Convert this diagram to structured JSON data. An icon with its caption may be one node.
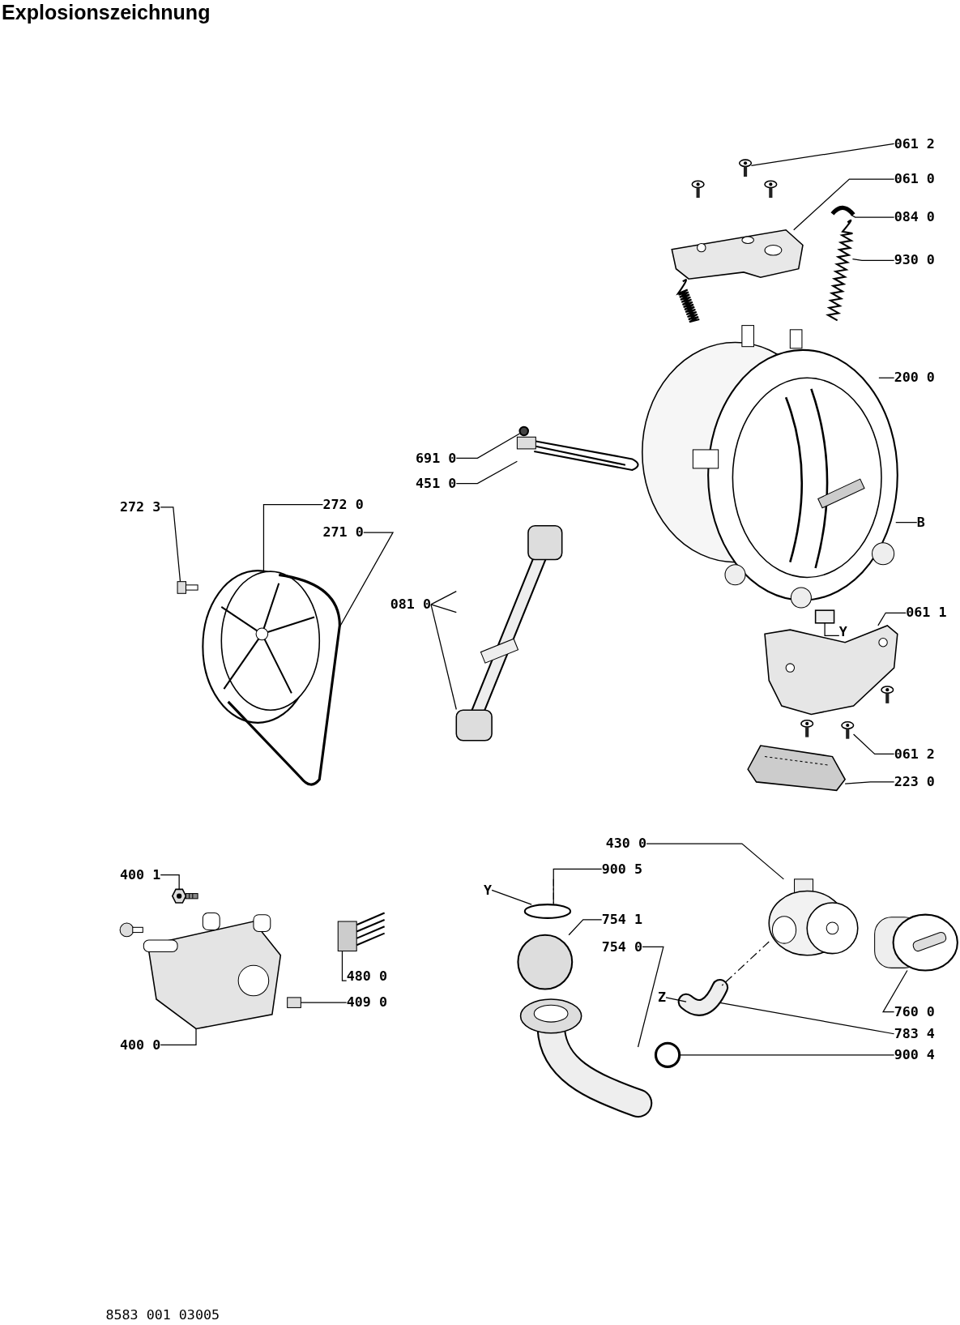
{
  "diagram": {
    "title": "Explosionszeichnung",
    "nodes": [
      {
        "text": [
          "061 2"
        ]
      },
      {
        "text": [
          "061 0"
        ]
      },
      {
        "text": [
          "084 0"
        ]
      },
      {
        "text": [
          "930 0"
        ]
      },
      {
        "text": [
          "200 0"
        ]
      },
      {
        "text": [
          "691 0"
        ]
      },
      {
        "text": [
          "451 0"
        ]
      },
      {
        "text": [
          "272 3"
        ]
      },
      {
        "text": [
          "272 0"
        ]
      },
      {
        "text": [
          "271 0"
        ]
      },
      {
        "text": [
          "B"
        ]
      },
      {
        "text": [
          "081 0"
        ]
      },
      {
        "text": [
          "061 1"
        ]
      },
      {
        "text": [
          "Y"
        ]
      },
      {
        "text": [
          "061 2"
        ]
      },
      {
        "text": [
          "223 0"
        ]
      },
      {
        "text": [
          "430 0"
        ]
      },
      {
        "text": [
          "900 5"
        ]
      },
      {
        "text": [
          "Y"
        ]
      },
      {
        "text": [
          "754 1"
        ]
      },
      {
        "text": [
          "754 0"
        ]
      },
      {
        "text": [
          "Z"
        ]
      },
      {
        "text": [
          "760 0"
        ]
      },
      {
        "text": [
          "783 4"
        ]
      },
      {
        "text": [
          "900 4"
        ]
      },
      {
        "text": [
          "400 1"
        ]
      },
      {
        "text": [
          "480 0"
        ]
      },
      {
        "text": [
          "409 0"
        ]
      },
      {
        "text": [
          "400 0"
        ]
      },
      {
        "text": [],
        "shape": "picture"
      },
      {
        "text": [],
        "shape": "picture"
      },
      {
        "text": [],
        "shape": "picture"
      },
      {
        "text": [],
        "shape": "picture"
      },
      {
        "text": [],
        "shape": "picture"
      },
      {
        "text": [],
        "shape": "circle"
      },
      {
        "text": [],
        "shape": "picture"
      },
      {
        "text": [],
        "shape": "picture"
      },
      {
        "text": [],
        "shape": "picture"
      },
      {
        "text": [],
        "shape": "picture"
      },
      {
        "text": [],
        "shape": "picture"
      },
      {
        "text": [],
        "shape": "picture"
      },
      {
        "text": [],
        "shape": "box"
      },
      {
        "text": [],
        "shape": "picture"
      },
      {
        "text": [],
        "shape": "picture"
      },
      {
        "text": [],
        "shape": "picture"
      },
      {
        "text": [],
        "shape": "circle"
      },
      {
        "text": [],
        "shape": "circle"
      },
      {
        "text": [],
        "shape": "picture"
      },
      {
        "text": [],
        "shape": "picture"
      },
      {
        "text": [],
        "shape": "picture"
      },
      {
        "text": [],
        "shape": "picture"
      },
      {
        "text": [],
        "shape": "picture"
      },
      {
        "text": [],
        "shape": "picture"
      },
      {
        "text": [],
        "shape": "picture"
      },
      {
        "text": [],
        "shape": "picture"
      }
    ],
    "edges": [
      {
        "from": 0,
        "to": 29,
        "arrow": "none"
      },
      {
        "from": 1,
        "to": 30,
        "arrow": "none"
      },
      {
        "from": 2,
        "to": 31,
        "arrow": "none"
      },
      {
        "from": 3,
        "to": 32,
        "arrow": "none"
      },
      {
        "from": 4,
        "to": 33,
        "arrow": "none"
      },
      {
        "from": 5,
        "to": 34,
        "arrow": "none"
      },
      {
        "from": 6,
        "to": 35,
        "arrow": "none"
      },
      {
        "from": 7,
        "to": 36,
        "arrow": "none"
      },
      {
        "from": 8,
        "to": 37,
        "arrow": "none"
      },
      {
        "from": 9,
        "to": 38,
        "arrow": "none"
      },
      {
        "from": 10,
        "to": 33,
        "arrow": "none"
      },
      {
        "from": 11,
        "to": 39,
        "arrow": "none"
      },
      {
        "from": 11,
        "to": 39,
        "arrow": "none"
      },
      {
        "from": 11,
        "to": 39,
        "arrow": "none"
      },
      {
        "from": 12,
        "to": 40,
        "arrow": "none"
      },
      {
        "from": 13,
        "to": 41,
        "arrow": "none"
      },
      {
        "from": 14,
        "to": 42,
        "arrow": "none"
      },
      {
        "from": 15,
        "to": 43,
        "arrow": "none"
      },
      {
        "from": 16,
        "to": 44,
        "arrow": "none"
      },
      {
        "from": 17,
        "to": 45,
        "arrow": "none"
      },
      {
        "from": 18,
        "to": 45,
        "arrow": "none"
      },
      {
        "from": 19,
        "to": 46,
        "arrow": "none"
      },
      {
        "from": 20,
        "to": 47,
        "arrow": "none"
      },
      {
        "from": 21,
        "to": 48,
        "arrow": "none"
      },
      {
        "from": 22,
        "to": 49,
        "arrow": "none"
      },
      {
        "from": 23,
        "to": 48,
        "arrow": "none"
      },
      {
        "from": 24,
        "to": 50,
        "arrow": "none"
      },
      {
        "from": 25,
        "to": 51,
        "arrow": "none"
      },
      {
        "from": 26,
        "to": 52,
        "arrow": "none"
      },
      {
        "from": 27,
        "to": 53,
        "arrow": "none"
      },
      {
        "from": 28,
        "to": 54,
        "arrow": "none"
      },
      {
        "from": 44,
        "to": 48,
        "arrow": "none",
        "style": "dashed"
      }
    ],
    "labels": [
      "8583 001 03005"
    ]
  }
}
